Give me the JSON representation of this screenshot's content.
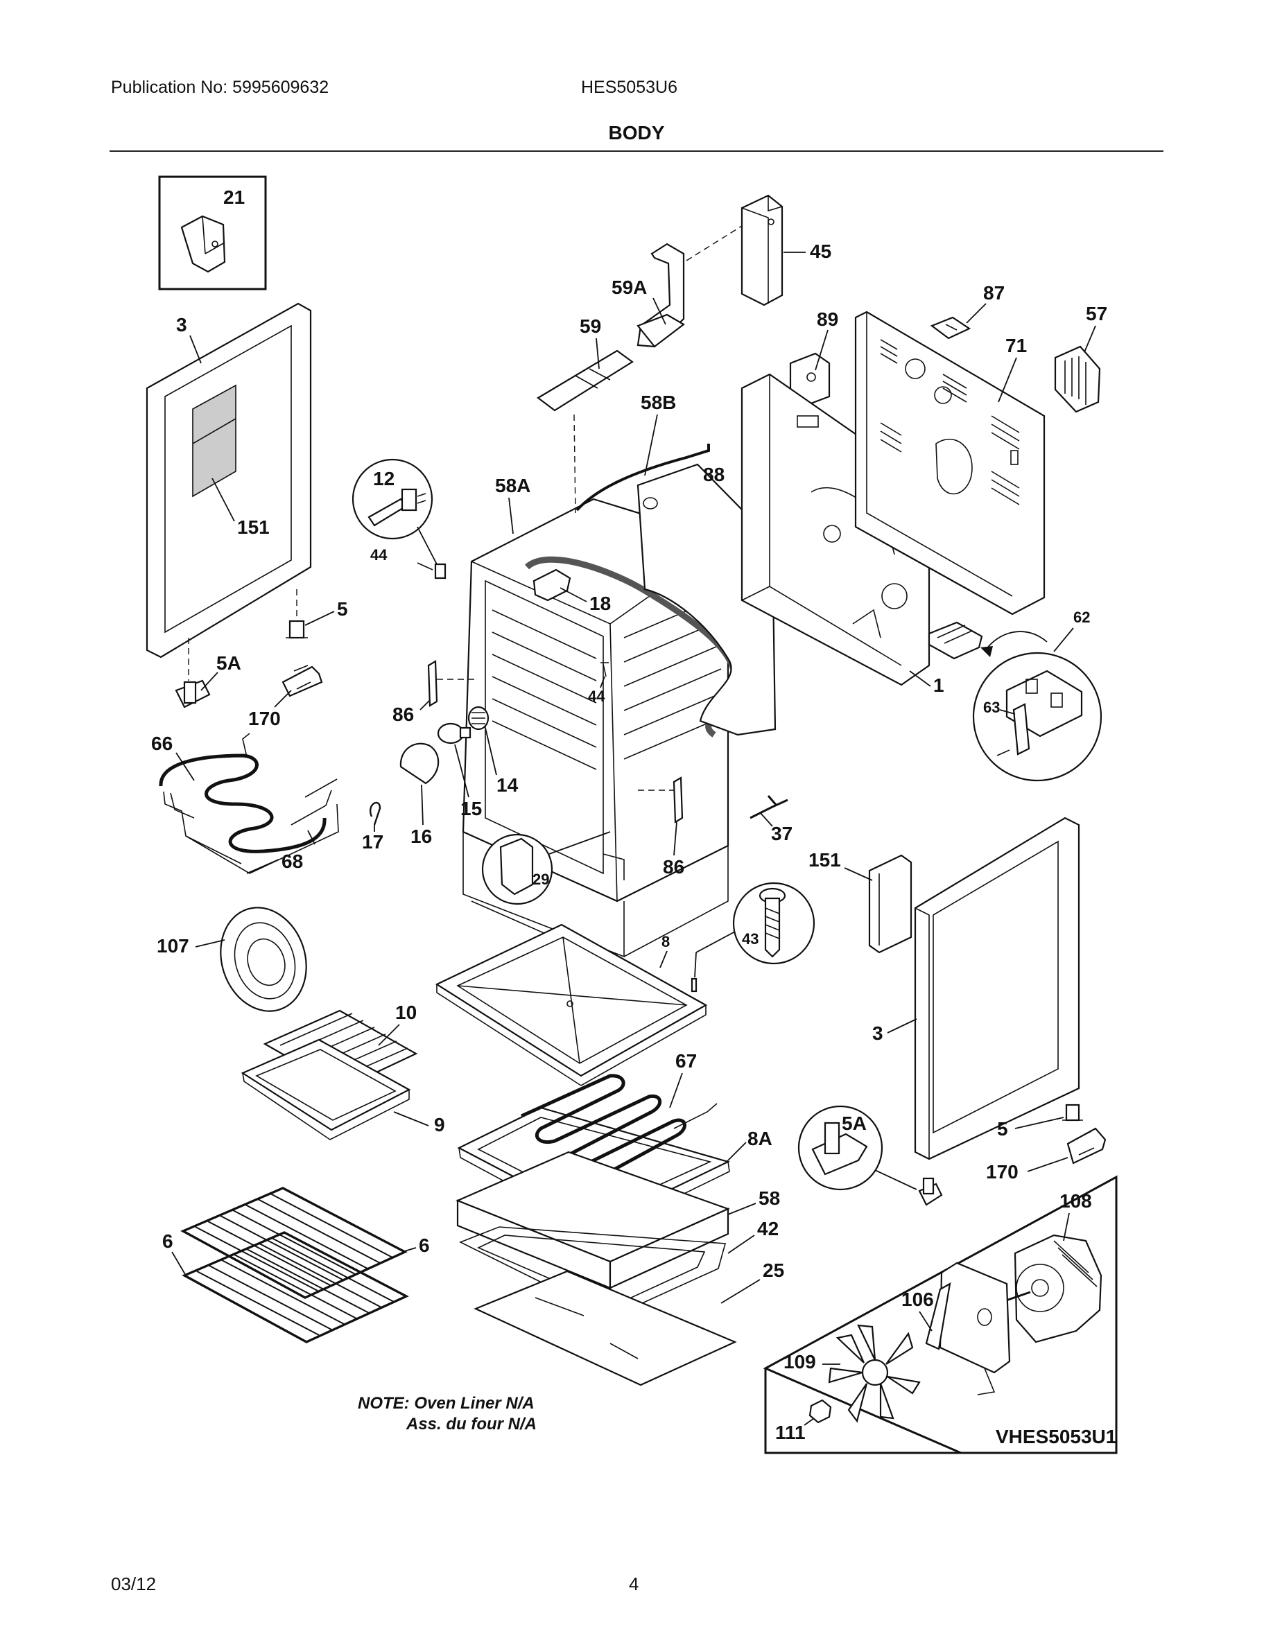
{
  "header": {
    "publication": "Publication No: 5995609632",
    "model": "HES5053U6",
    "title": "BODY"
  },
  "footer": {
    "date": "03/12",
    "page": "4"
  },
  "diagram": {
    "labels": {
      "p21": "21",
      "p45": "45",
      "p59A": "59A",
      "p87": "87",
      "p57": "57",
      "p3_left": "3",
      "p59": "59",
      "p89": "89",
      "p71": "71",
      "p58B": "58B",
      "p12": "12",
      "p58A": "58A",
      "p88": "88",
      "p151_left": "151",
      "p44_a": "44",
      "p18": "18",
      "p5_left": "5",
      "p62": "62",
      "p5A_left": "5A",
      "p44_b": "44",
      "p86_a": "86",
      "p1": "1",
      "p63": "63",
      "p170_left": "170",
      "p66": "66",
      "p14": "14",
      "p15": "15",
      "p17": "17",
      "p16": "16",
      "p68": "68",
      "p37": "37",
      "p151_right": "151",
      "p29": "29",
      "p86_b": "86",
      "p107": "107",
      "p8": "8",
      "p43": "43",
      "p10": "10",
      "p3_right": "3",
      "p67": "67",
      "p9": "9",
      "p8A": "8A",
      "p5A_right": "5A",
      "p5_right": "5",
      "p170_right": "170",
      "p58": "58",
      "p108": "108",
      "p6_left": "6",
      "p6_right": "6",
      "p42": "42",
      "p25": "25",
      "p106": "106",
      "p109": "109",
      "p111": "111"
    },
    "note_line1": "NOTE: Oven Liner N/A",
    "note_line2": "Ass. du four N/A",
    "inset_code": "VHES5053U1"
  }
}
